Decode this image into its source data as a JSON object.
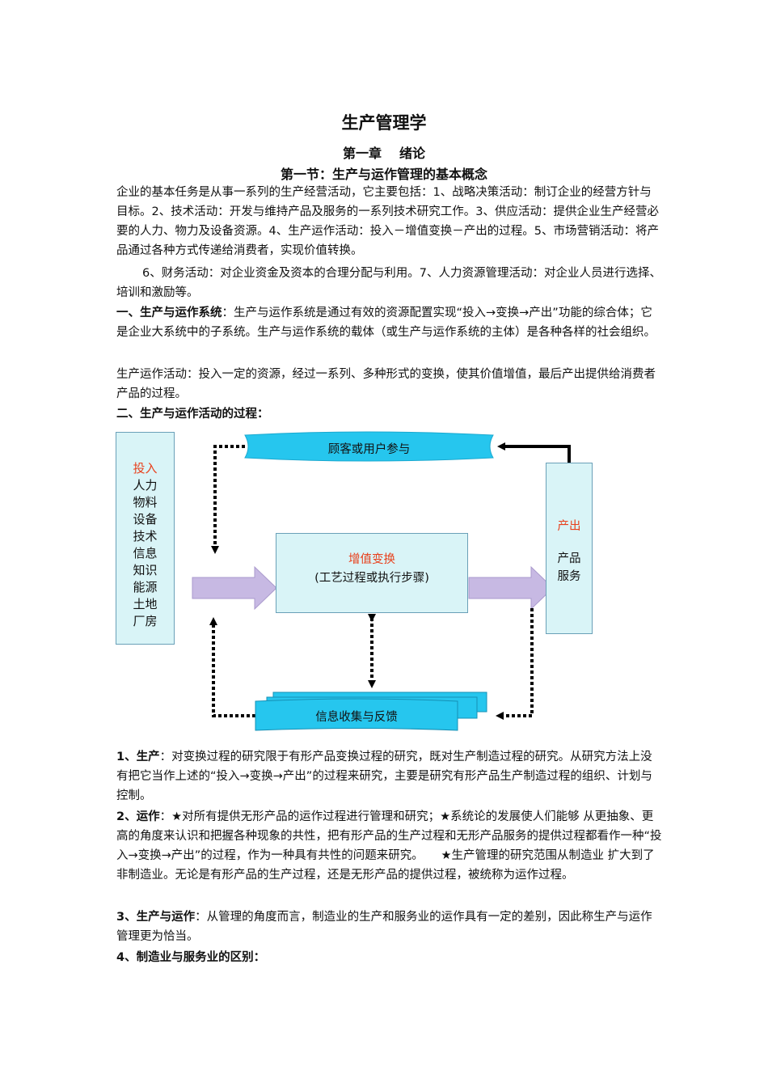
{
  "doc": {
    "title": "生产管理学",
    "chapter_num": "第一章",
    "chapter_name": "绪论",
    "section": "第一节：生产与运作管理的基本概念",
    "para1": "企业的基本任务是从事一系列的生产经营活动，它主要包括：1、战略决策活动：制订企业的经营方针与目标。2、技术活动：开发与维持产品及服务的一系列技术研究工作。3、供应活动：提供企业生产经营必要的人力、物力及设备资源。4、生产运作活动：投入－增值变换－产出的过程。5、市场营销活动：将产品通过各种方式传递给消费者，实现价值转换。",
    "para2": "6、财务活动：对企业资金及资本的合理分配与利用。7、人力资源管理活动：对企业人员进行选择、培训和激励等。",
    "p3_head": "一、生产与运作系统",
    "p3_body": "：生产与运作系统是通过有效的资源配置实现“投入→变换→产出”功能的综合体；它是企业大系统中的子系统。生产与运作系统的载体（或生产与运作系统的主体）是各种各样的社会组织。",
    "p4": "生产运作活动：投入一定的资源，经过一系列、多种形式的变换，使其价值增值，最后产出提供给消费者产品的过程。",
    "p5_head": "二、生产与运作活动的过程：",
    "p6_head": "1、生产",
    "p6_body": "：对变换过程的研究限于有形产品变换过程的研究，既对生产制造过程的研究。从研究方法上没有把它当作上述的“投入→变换→产出”的过程来研究，主要是研究有形产品生产制造过程的组织、计划与控制。",
    "p7_head": "2、运作",
    "p7_body": "：★对所有提供无形产品的运作过程进行管理和研究；★系统论的发展使人们能够 从更抽象、更高的角度来认识和把握各种现象的共性，把有形产品的生产过程和无形产品服务的提供过程都看作一种“投入→变换→产出”的过程，作为一种具有共性的问题来研究。　　★生产管理的研究范围从制造业 扩大到了非制造业。无论是有形产品的生产过程，还是无形产品的提供过程，被统称为运作过程。",
    "p8_head": "3、生产与运作",
    "p8_body": "：从管理的角度而言，制造业的生产和服务业的运作具有一定的差别，因此称生产与运作管理更为恰当。",
    "p9_head": "4、制造业与服务业的区别："
  },
  "diagram": {
    "input_title": "投入",
    "inputs": [
      "人力",
      "物料",
      "设备",
      "技术",
      "信息",
      "知识",
      "能源",
      "土地",
      "厂房"
    ],
    "customer": "顾客或用户参与",
    "transform_title": "增值变换",
    "transform_sub": "(工艺过程或执行步骤)",
    "output_title": "产出",
    "outputs": [
      "产品",
      "服务"
    ],
    "feedback": "信息收集与反馈",
    "colors": {
      "box_fill": "#d9f4f7",
      "box_border": "#6aa0b8",
      "banner_fill": "#26c6ee",
      "arrow_fill": "#c7b9e3",
      "highlight": "#e8401c"
    }
  }
}
